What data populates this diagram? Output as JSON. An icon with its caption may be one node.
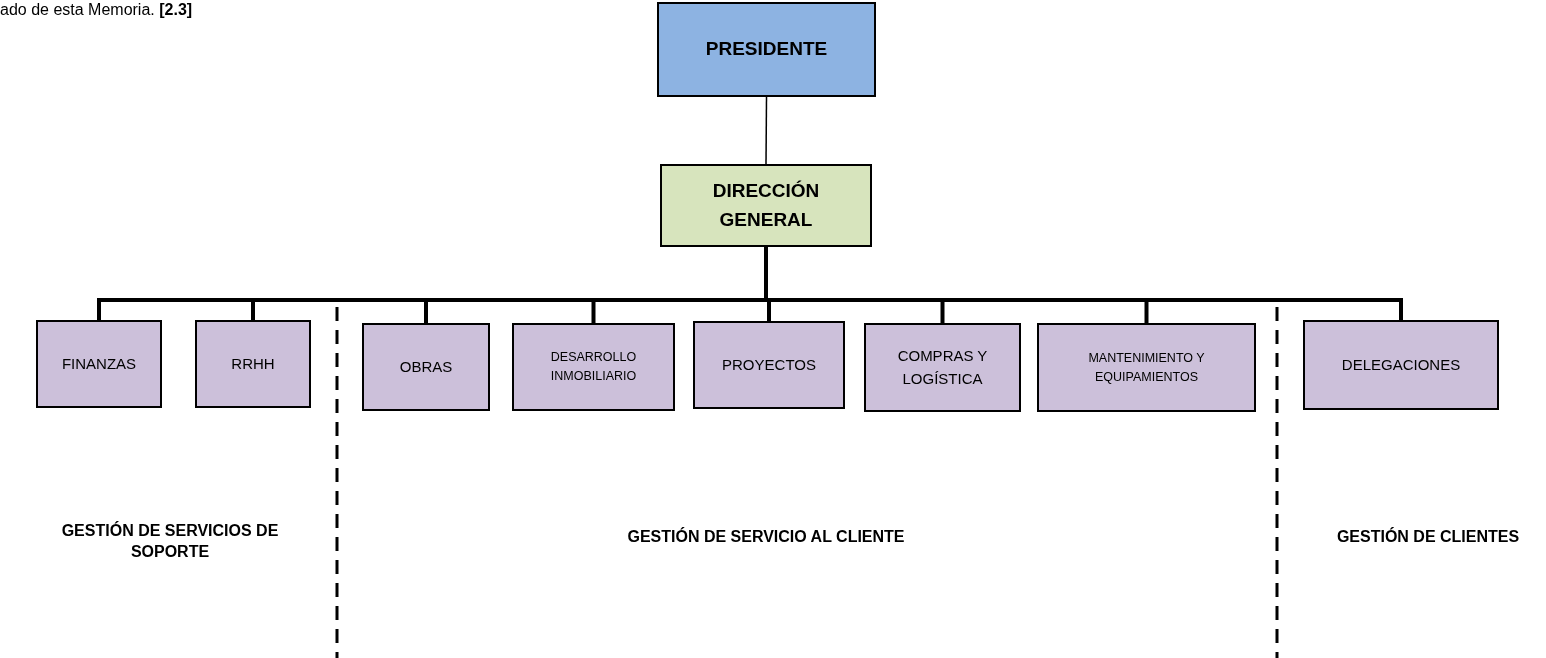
{
  "diagram": {
    "nodes": [
      {
        "text": [
          "PRESIDENTE"
        ]
      },
      {
        "text": [
          "DIRECCIÓN GENERAL"
        ]
      },
      {
        "text": [
          "FINANZAS"
        ]
      },
      {
        "text": [
          "RRHH"
        ]
      },
      {
        "text": [
          "OBRAS"
        ]
      },
      {
        "text": [
          "DESARROLLO INMOBILIARIO"
        ]
      },
      {
        "text": [
          "PROYECTOS"
        ]
      },
      {
        "text": [
          "COMPRAS Y LOGÍSTICA"
        ]
      },
      {
        "text": [
          "MANTENIMIENTO Y EQUIPAMIENTOS"
        ]
      },
      {
        "text": [
          "DELEGACIONES"
        ]
      }
    ],
    "edges": [
      {
        "from": 0,
        "to": 1,
        "arrow": "none"
      },
      {
        "from": 1,
        "to": 2,
        "arrow": "none"
      },
      {
        "from": 1,
        "to": 3,
        "arrow": "none"
      },
      {
        "from": 1,
        "to": 4,
        "arrow": "none"
      },
      {
        "from": 1,
        "to": 5,
        "arrow": "none"
      },
      {
        "from": 1,
        "to": 6,
        "arrow": "none"
      },
      {
        "from": 1,
        "to": 7,
        "arrow": "none"
      },
      {
        "from": 1,
        "to": 8,
        "arrow": "none"
      },
      {
        "from": 1,
        "to": 9,
        "arrow": "none"
      }
    ],
    "labels": [
      "ado de esta Memoria. **[2.3]**",
      "GESTIÓN DE SERVICIOS DE SOPORTE",
      "GESTIÓN DE SERVICIO AL CLIENTE",
      "GESTIÓN DE CLIENTES"
    ]
  }
}
